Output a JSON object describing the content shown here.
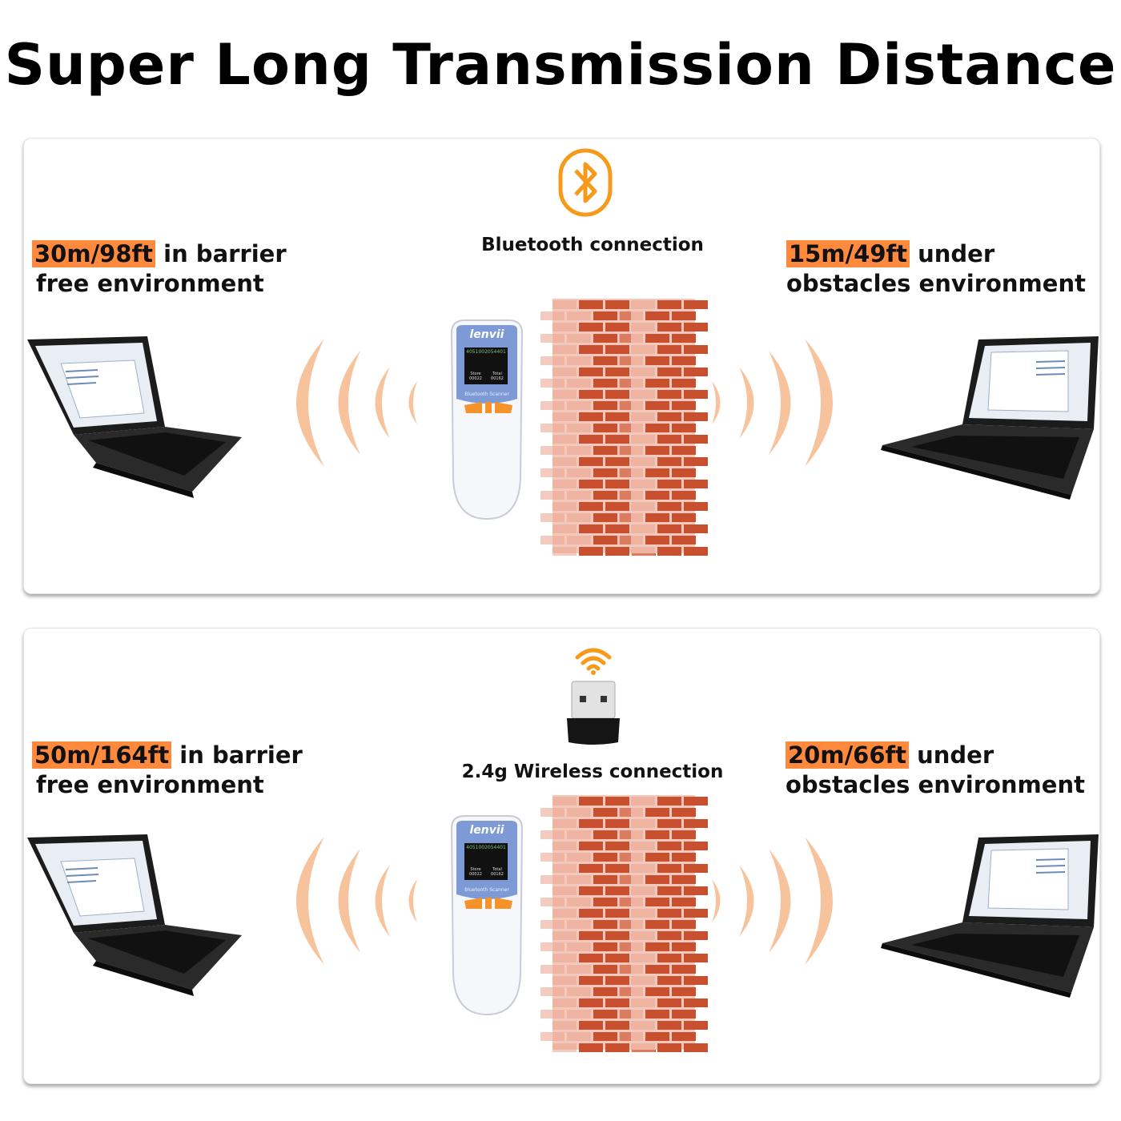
{
  "title": "Super Long Transmission Distance",
  "colors": {
    "accent": "#ff8a3d",
    "brick": "#c9502e",
    "mortar": "#f4c9bd",
    "wave": "#f7c39d"
  },
  "panels": [
    {
      "connection_label": "Bluetooth connection",
      "connection_icon": "bluetooth-icon",
      "left": {
        "distance": "30m/98ft",
        "text1": "in barrier",
        "text2": "free environment"
      },
      "right": {
        "distance": "15m/49ft",
        "text1": "under",
        "text2": "obstacles environment"
      }
    },
    {
      "connection_label": "2.4g Wireless connection",
      "connection_icon": "wifi-icon",
      "left": {
        "distance": "50m/164ft",
        "text1": "in barrier",
        "text2": "free environment"
      },
      "right": {
        "distance": "20m/66ft",
        "text1": "under",
        "text2": "obstacles environment"
      }
    }
  ],
  "scanner": {
    "brand": "lenvii",
    "screen_code": "4051002054401",
    "store_label": "Store",
    "store_value": "00022",
    "total_label": "Total",
    "total_value": "00162",
    "model": "Bluetooth Scanner"
  }
}
